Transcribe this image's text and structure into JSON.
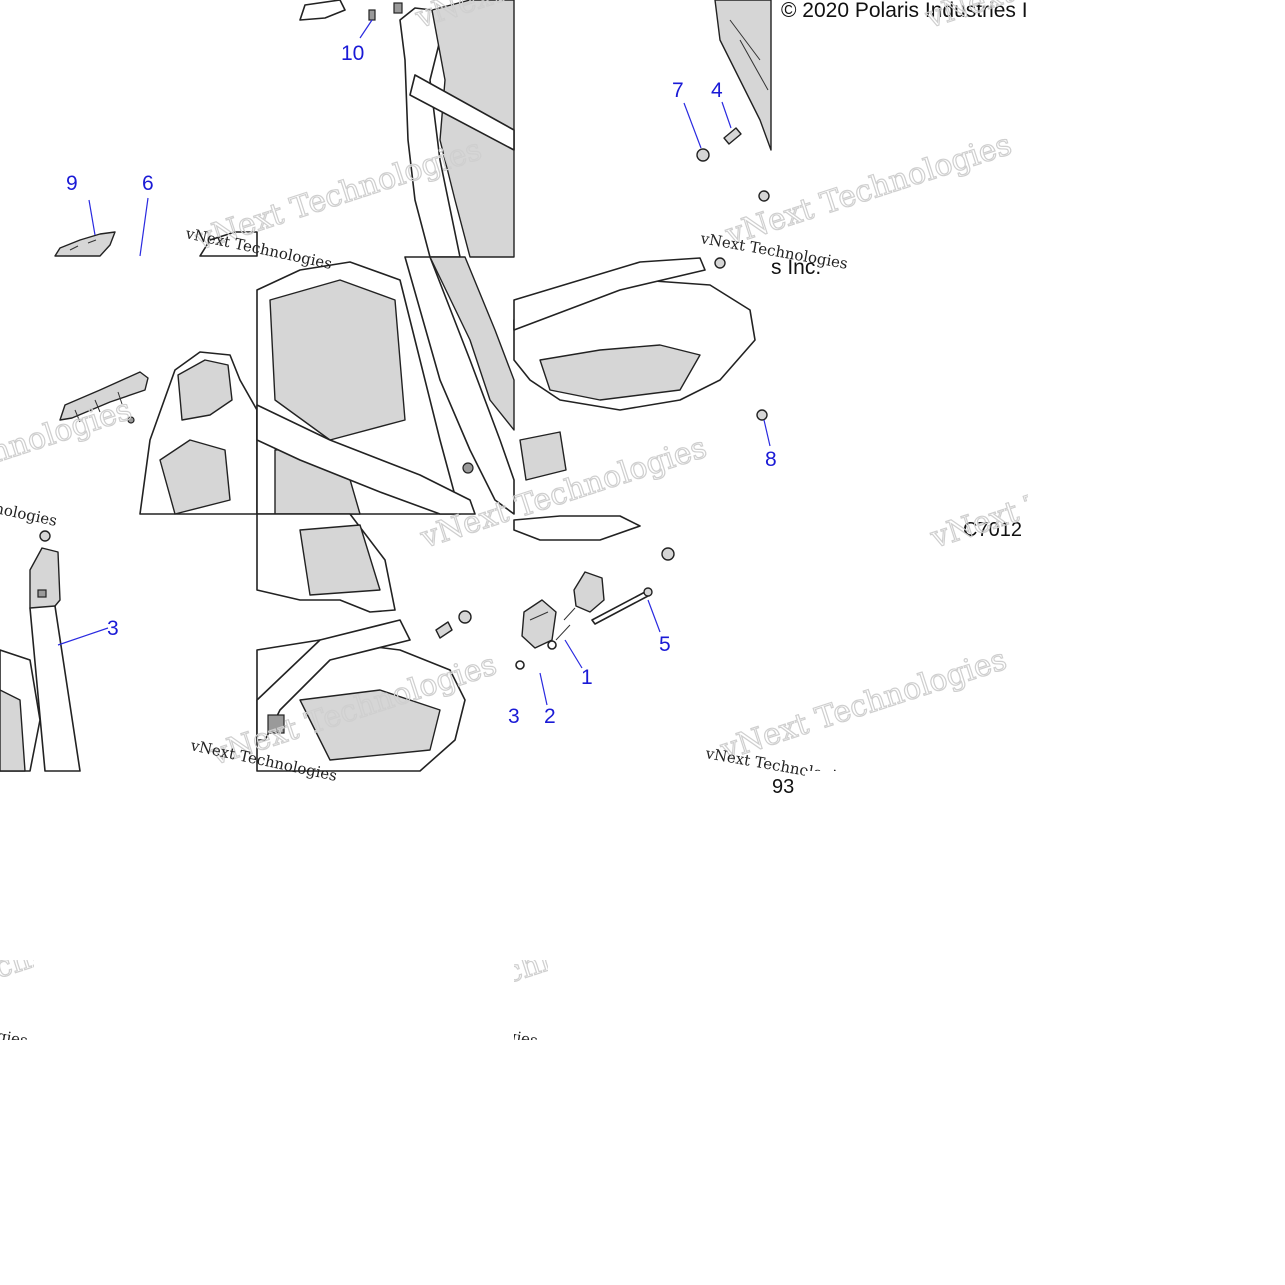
{
  "copyright": "© 2020 Polaris Industries Inc.",
  "fragments": {
    "copyright_tail": "s Inc.",
    "code_number_tail": "93"
  },
  "diagram_code": "C7012",
  "watermark": {
    "big": "vNext Technologies",
    "small": "vNext Technologies"
  },
  "callouts": [
    {
      "id": "1",
      "label": "1"
    },
    {
      "id": "2",
      "label": "2"
    },
    {
      "id": "3",
      "label": "3"
    },
    {
      "id": "3b",
      "label": "3"
    },
    {
      "id": "4",
      "label": "4"
    },
    {
      "id": "5",
      "label": "5"
    },
    {
      "id": "6",
      "label": "6"
    },
    {
      "id": "7",
      "label": "7"
    },
    {
      "id": "8",
      "label": "8"
    },
    {
      "id": "9",
      "label": "9"
    },
    {
      "id": "10",
      "label": "10"
    }
  ],
  "colors": {
    "callout": "#1a1ad6",
    "part_fill": "#d6d6d6",
    "line": "#222222"
  }
}
